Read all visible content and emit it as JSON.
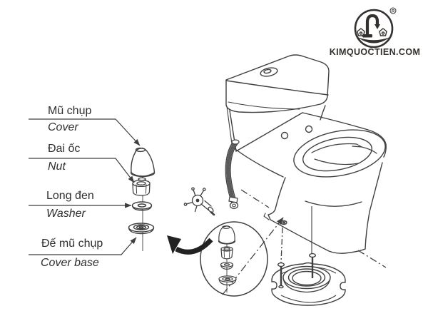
{
  "labels": [
    {
      "vi": "Mũ chụp",
      "en": "Cover"
    },
    {
      "vi": "Đai ốc",
      "en": "Nut"
    },
    {
      "vi": "Long đen",
      "en": "Washer"
    },
    {
      "vi": "Đế mũ chụp",
      "en": "Cover base"
    }
  ],
  "logo": {
    "text": "KIMQUOCTIEN.COM",
    "registered": "®"
  },
  "colors": {
    "background": "#ffffff",
    "line": "#3f3f3f",
    "logo": "#33302d",
    "label_text": "#2e2e2e"
  }
}
